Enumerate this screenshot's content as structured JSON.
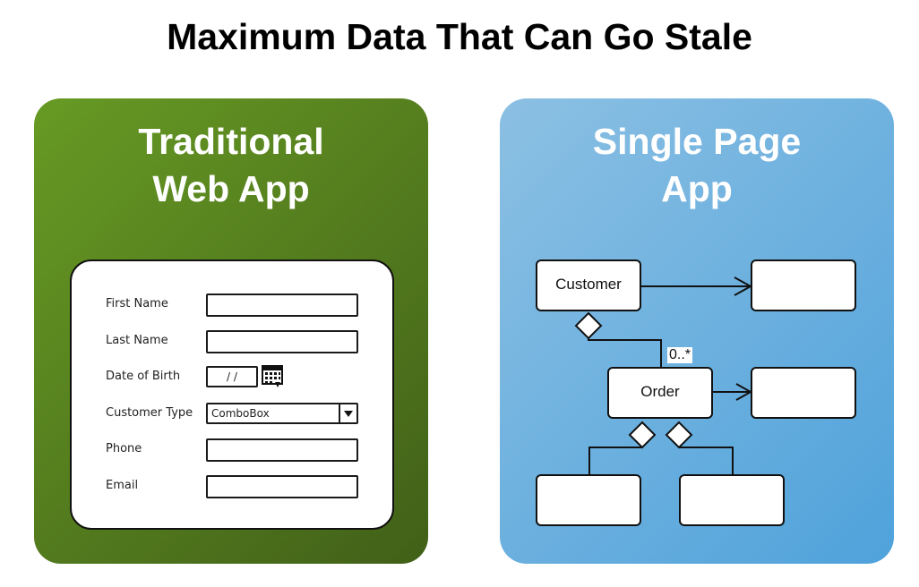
{
  "title": "Maximum Data That Can Go Stale",
  "colors": {
    "green_panel_light": "#679a24",
    "green_panel_dark": "#416018",
    "blue_panel_light": "#8cc0e3",
    "blue_panel_dark": "#4fa2db"
  },
  "traditional": {
    "heading_line1": "Traditional",
    "heading_line2": "Web App",
    "form": {
      "first_name_label": "First Name",
      "last_name_label": "Last Name",
      "dob_label": "Date of Birth",
      "dob_value": "/ /",
      "customer_type_label": "Customer Type",
      "customer_type_value": "ComboBox",
      "phone_label": "Phone",
      "email_label": "Email"
    }
  },
  "spa": {
    "heading_line1": "Single Page",
    "heading_line2": "App",
    "diagram": {
      "customer_label": "Customer",
      "order_label": "Order",
      "multiplicity": "0..*"
    }
  }
}
